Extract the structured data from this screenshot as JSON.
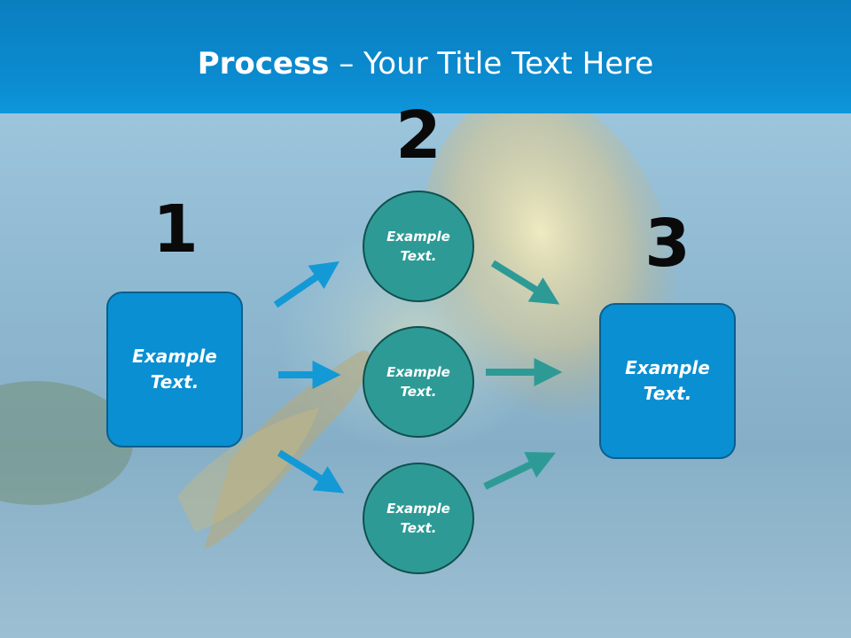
{
  "title": {
    "bold": "Process",
    "rest": " – Your Title Text Here"
  },
  "steps": [
    {
      "number": "1",
      "box_text": "Example\nText."
    },
    {
      "number": "2",
      "circles": [
        "Example\nText.",
        "Example\nText.",
        "Example\nText."
      ]
    },
    {
      "number": "3",
      "box_text": "Example\nText."
    }
  ],
  "colors": {
    "header": "#0b8bd0",
    "box": "#0a8fd2",
    "circle": "#2e9a96",
    "arrow_blue": "#1399d6",
    "arrow_teal": "#2e9a96"
  }
}
